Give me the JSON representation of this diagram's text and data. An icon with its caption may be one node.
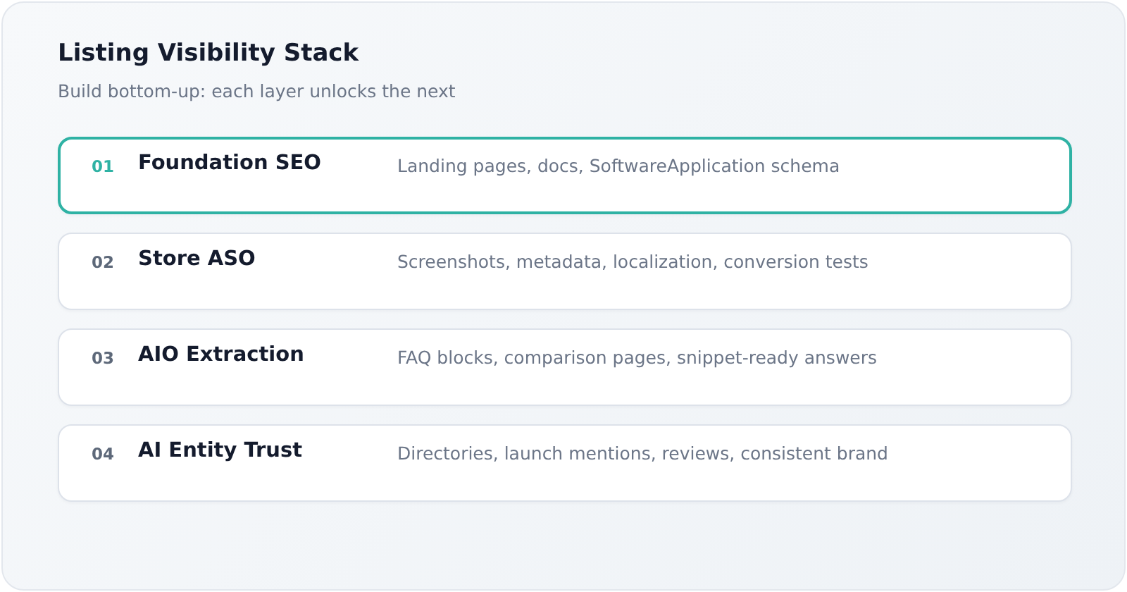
{
  "diagram": {
    "title": "Listing Visibility Stack",
    "nodes": [
      {
        "text": [
          "01",
          "Foundation SEO",
          "Landing pages, docs, SoftwareApplication schema"
        ]
      },
      {
        "text": [
          "02",
          "Store ASO",
          "Screenshots, metadata, localization, conversion tests"
        ]
      },
      {
        "text": [
          "03",
          "AIO Extraction",
          "FAQ blocks, comparison pages, snippet-ready answers"
        ]
      },
      {
        "text": [
          "04",
          "AI Entity Trust",
          "Directories, launch mentions, reviews, consistent brand"
        ]
      }
    ],
    "labels": [
      "Build bottom-up: each layer unlocks the next"
    ]
  }
}
